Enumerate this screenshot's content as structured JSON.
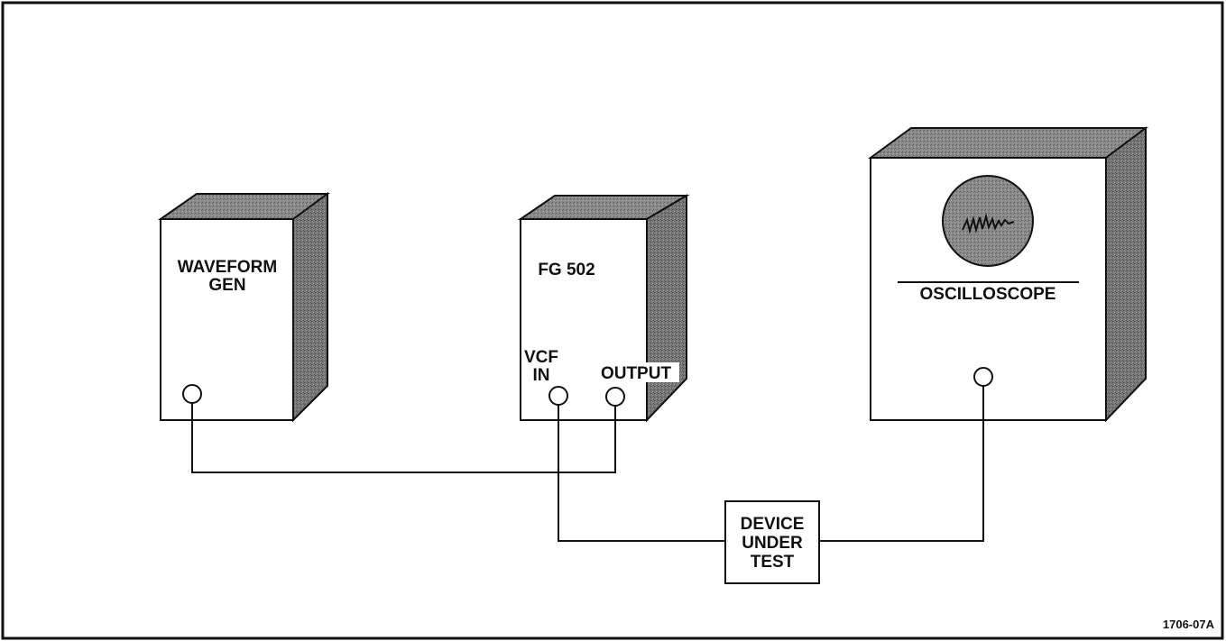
{
  "instruments": {
    "waveform_gen": {
      "line1": "WAVEFORM",
      "line2": "GEN"
    },
    "fg502": {
      "title": "FG 502",
      "vcf_line1": "VCF",
      "vcf_line2": "IN",
      "output": "OUTPUT"
    },
    "oscilloscope": {
      "title": "OSCILLOSCOPE"
    }
  },
  "dut": {
    "line1": "DEVICE",
    "line2": "UNDER",
    "line3": "TEST"
  },
  "figure_id": "1706-07A",
  "colors": {
    "ink": "#111111",
    "shade_top": "#8a8a8a",
    "shade_side": "#7c7c7c",
    "screen": "#9a9a9a"
  }
}
